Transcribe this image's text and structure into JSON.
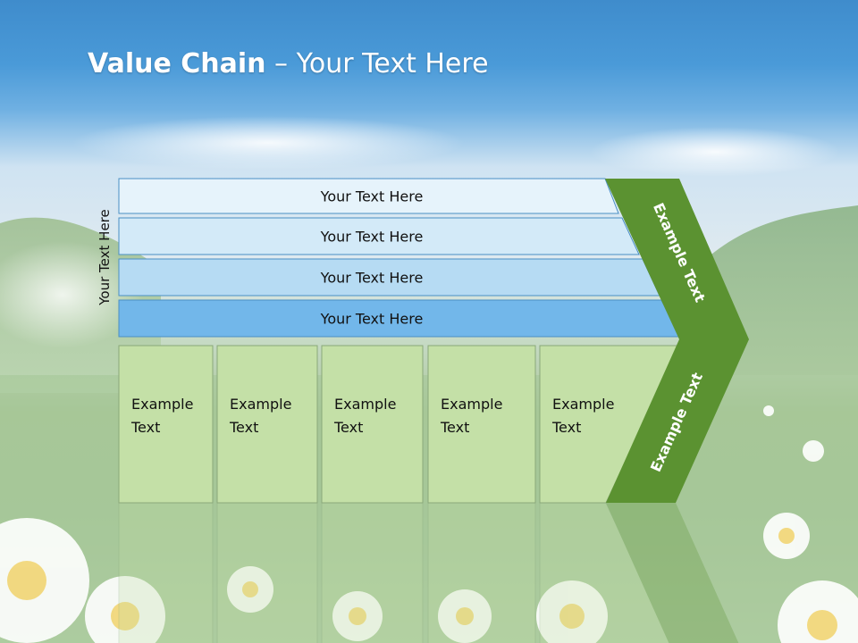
{
  "title": {
    "bold": "Value Chain",
    "rest": " – Your Text Here"
  },
  "side_label": "Your Text Here",
  "bars": [
    {
      "label": "Your Text Here",
      "color": "#e6f3fb"
    },
    {
      "label": "Your Text Here",
      "color": "#d3eaf8"
    },
    {
      "label": "Your Text Here",
      "color": "#b6dbf3"
    },
    {
      "label": "Your Text Here",
      "color": "#72b7ea"
    }
  ],
  "boxes": [
    {
      "line1": "Example",
      "line2": "Text"
    },
    {
      "line1": "Example",
      "line2": "Text"
    },
    {
      "line1": "Example",
      "line2": "Text"
    },
    {
      "line1": "Example",
      "line2": "Text"
    },
    {
      "line1": "Example",
      "line2": "Text"
    }
  ],
  "chevron_top_label": "Example Text",
  "chevron_bottom_label": "Example Text",
  "colors": {
    "box_fill": "#c4e0a7",
    "box_stroke": "#8aa87a",
    "chevron": "#5b9231",
    "bar_stroke": "#4a8fc4"
  }
}
